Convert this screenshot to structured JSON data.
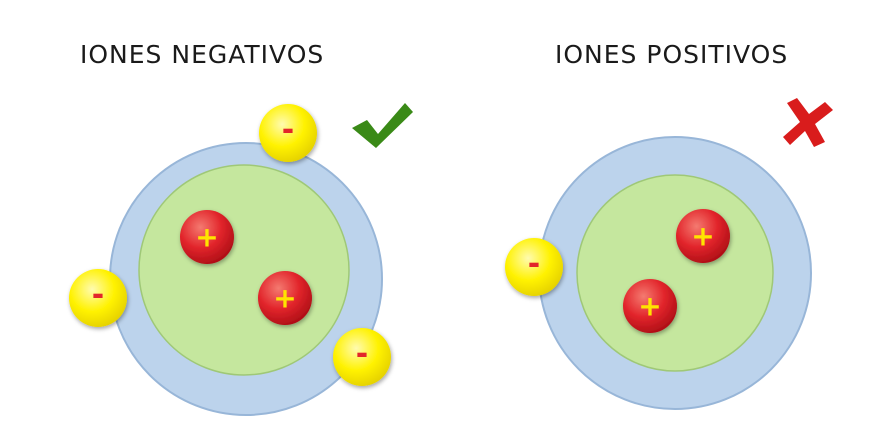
{
  "panels": [
    {
      "title": "IONES NEGATIVOS",
      "verdict_icon": "checkmark-icon",
      "verdict_color": "#3a8a17",
      "proton_count": 2,
      "electron_count": 3
    },
    {
      "title": "IONES POSITIVOS",
      "verdict_icon": "cross-icon",
      "verdict_color": "#d91c1c",
      "proton_count": 2,
      "electron_count": 1
    }
  ],
  "symbols": {
    "proton": "+",
    "electron": "-"
  },
  "colors": {
    "electron_shell": "#bcd3ec",
    "nucleus": "#c5e79e",
    "proton": "#e2252b",
    "proton_sign": "#ffe400",
    "electron": "#fff200",
    "electron_sign": "#e2252b"
  }
}
